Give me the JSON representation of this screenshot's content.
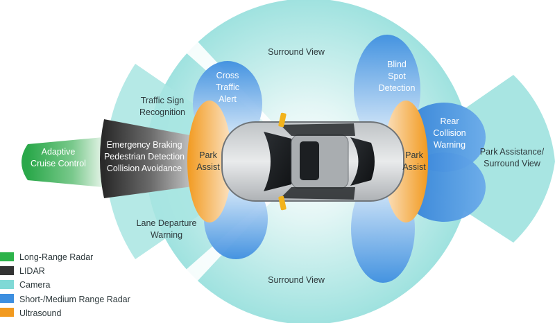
{
  "zones": {
    "surround_view_top": "Surround View",
    "surround_view_bottom": "Surround View",
    "traffic_sign": [
      "Traffic Sign",
      "Recognition"
    ],
    "lane_departure": [
      "Lane Departure",
      "Warning"
    ],
    "cross_traffic": [
      "Cross",
      "Traffic",
      "Alert"
    ],
    "blind_spot": [
      "Blind",
      "Spot",
      "Detection"
    ],
    "rear_collision": [
      "Rear",
      "Collision",
      "Warning"
    ],
    "park_assist_front": [
      "Park",
      "Assist"
    ],
    "park_assist_rear": [
      "Park",
      "Assist"
    ],
    "park_assistance_surround": [
      "Park Assistance/",
      "Surround View"
    ],
    "adaptive_cruise": [
      "Adaptive",
      "Cruise Control"
    ],
    "lidar_functions": [
      "Emergency Braking",
      "Pedestrian Detection",
      "Collision Avoidance"
    ]
  },
  "legend": [
    {
      "label": "Long-Range Radar",
      "color": "#2db34a"
    },
    {
      "label": "LIDAR",
      "color": "#333333"
    },
    {
      "label": "Camera",
      "color": "#7fd9d6"
    },
    {
      "label": "Short-/Medium Range Radar",
      "color": "#3d8fe0"
    },
    {
      "label": "Ultrasound",
      "color": "#f29a1f"
    }
  ]
}
